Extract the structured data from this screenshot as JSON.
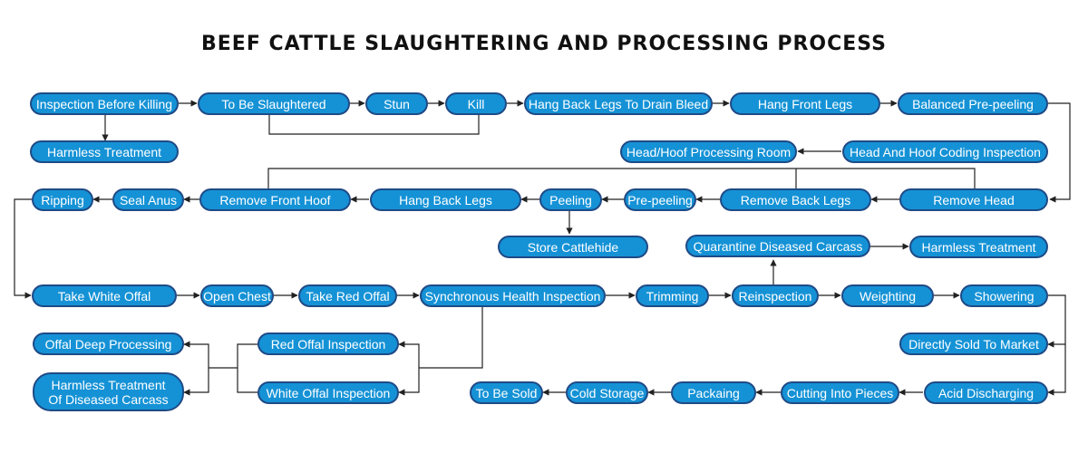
{
  "title": "BEEF CATTLE SLAUGHTERING AND PROCESSING PROCESS",
  "colors": {
    "node_fill": "#1592d6",
    "node_border": "#1f4a86",
    "text": "#ffffff",
    "connector": "#222222"
  },
  "nodes": {
    "inspection_before_killing": "Inspection Before Killing",
    "harmless_treatment_1": "Harmless Treatment",
    "to_be_slaughtered": "To Be Slaughtered",
    "stun": "Stun",
    "kill": "Kill",
    "hang_back_legs_drain": "Hang Back Legs To Drain Bleed",
    "hang_front_legs": "Hang Front Legs",
    "balanced_pre_peeling": "Balanced Pre-peeling",
    "head_hoof_coding": "Head And Hoof Coding Inspection",
    "head_hoof_room": "Head/Hoof Processing Room",
    "remove_head": "Remove Head",
    "remove_back_legs": "Remove Back Legs",
    "pre_peeling": "Pre-peeling",
    "peeling": "Peeling",
    "store_cattlehide": "Store Cattlehide",
    "hang_back_legs": "Hang Back Legs",
    "remove_front_hoof": "Remove Front Hoof",
    "seal_anus": "Seal Anus",
    "ripping": "Ripping",
    "take_white_offal": "Take White Offal",
    "open_chest": "Open Chest",
    "take_red_offal": "Take Red Offal",
    "sync_health_inspection": "Synchronous Health Inspection",
    "trimming": "Trimming",
    "reinspection": "Reinspection",
    "quarantine_diseased": "Quarantine Diseased Carcass",
    "harmless_treatment_2": "Harmless Treatment",
    "weighting": "Weighting",
    "showering": "Showering",
    "directly_sold": "Directly Sold To Market",
    "acid_discharging": "Acid Discharging",
    "cutting_into_pieces": "Cutting Into Pieces",
    "packaing": "Packaing",
    "cold_storage": "Cold Storage",
    "to_be_sold": "To Be Sold",
    "red_offal_inspection": "Red Offal Inspection",
    "white_offal_inspection": "White Offal Inspection",
    "offal_deep_processing": "Offal Deep Processing",
    "harmless_treatment_diseased": "Harmless Treatment\nOf Diseased Carcass"
  }
}
